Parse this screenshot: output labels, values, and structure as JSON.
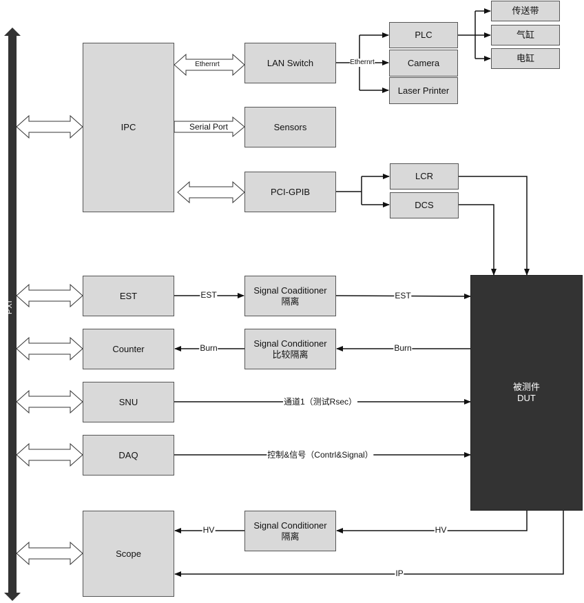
{
  "bus": {
    "label": "PXI"
  },
  "blocks": {
    "ipc": "IPC",
    "est": "EST",
    "counter": "Counter",
    "snu": "SNU",
    "daq": "DAQ",
    "scope": "Scope",
    "lan_switch": "LAN Switch",
    "sensors": "Sensors",
    "pci_gpib": "PCI-GPIB",
    "plc": "PLC",
    "camera": "Camera",
    "laser_printer": "Laser Printer",
    "conveyor": "传送带",
    "cylinder": "气缸",
    "electric_cylinder": "电缸",
    "lcr": "LCR",
    "dcs": "DCS",
    "sig_cond_est_l1": "Signal Coaditioner",
    "sig_cond_est_l2": "隔离",
    "sig_cond_burn_l1": "Signal Conditioner",
    "sig_cond_burn_l2": "比较隔离",
    "sig_cond_hv_l1": "Signal Conditioner",
    "sig_cond_hv_l2": "隔离",
    "dut_l1": "被测件",
    "dut_l2": "DUT"
  },
  "links": {
    "ethernet_1": "Ethernrt",
    "ethernet_2": "Ethernrt",
    "serial_port": "Serial Port",
    "est_1": "EST",
    "est_2": "EST",
    "burn_1": "Burn",
    "burn_2": "Burn",
    "snu_channel": "通道1（测试Rsec）",
    "daq_channel": "控制&信号（Contrl&Signal）",
    "hv_1": "HV",
    "hv_2": "HV",
    "ip": "IP"
  },
  "colors": {
    "block_fill": "#d9d9d9",
    "dut_fill": "#333333",
    "bus_fill": "#333333",
    "line": "#111111"
  }
}
